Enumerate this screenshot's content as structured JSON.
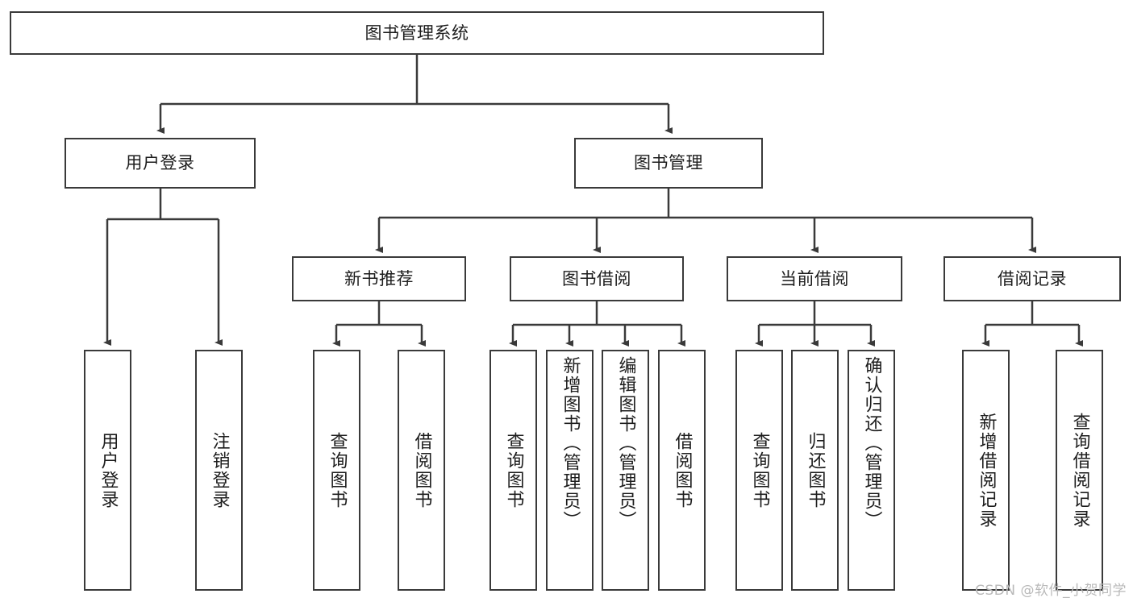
{
  "diagram": {
    "title": "图书管理系统",
    "type": "hierarchy-tree",
    "root": {
      "id": "root",
      "label": "图书管理系统"
    },
    "level2": [
      {
        "id": "user-login",
        "label": "用户登录"
      },
      {
        "id": "book-manage",
        "label": "图书管理"
      }
    ],
    "level3": [
      {
        "id": "new-book-rec",
        "label": "新书推荐",
        "parent": "book-manage"
      },
      {
        "id": "book-borrow",
        "label": "图书借阅",
        "parent": "book-manage"
      },
      {
        "id": "current-borrow",
        "label": "当前借阅",
        "parent": "book-manage"
      },
      {
        "id": "borrow-record",
        "label": "借阅记录",
        "parent": "book-manage"
      }
    ],
    "leaves": {
      "user_login": [
        {
          "id": "leaf-user-login",
          "label": "用户登录"
        },
        {
          "id": "leaf-logout",
          "label": "注销登录"
        }
      ],
      "new_book_rec": [
        {
          "id": "leaf-query-book-1",
          "label": "查询图书"
        },
        {
          "id": "leaf-borrow-book-1",
          "label": "借阅图书"
        }
      ],
      "book_borrow": [
        {
          "id": "leaf-query-book-2",
          "label": "查询图书"
        },
        {
          "id": "leaf-add-book",
          "label": "新增图书（管理员）"
        },
        {
          "id": "leaf-edit-book",
          "label": "编辑图书（管理员）"
        },
        {
          "id": "leaf-borrow-book-2",
          "label": "借阅图书"
        }
      ],
      "current_borrow": [
        {
          "id": "leaf-query-book-3",
          "label": "查询图书"
        },
        {
          "id": "leaf-return-book",
          "label": "归还图书"
        },
        {
          "id": "leaf-confirm-return",
          "label": "确认归还（管理员）"
        }
      ],
      "borrow_record": [
        {
          "id": "leaf-add-record",
          "label": "新增借阅记录"
        },
        {
          "id": "leaf-query-record",
          "label": "查询借阅记录"
        }
      ]
    },
    "colors": {
      "stroke": "#3a3a3a",
      "fill": "#ffffff",
      "text": "#1d1d1d",
      "watermark": "#b9b9b9"
    }
  },
  "watermark": {
    "text": "CSDN @软件_小贺同学"
  }
}
